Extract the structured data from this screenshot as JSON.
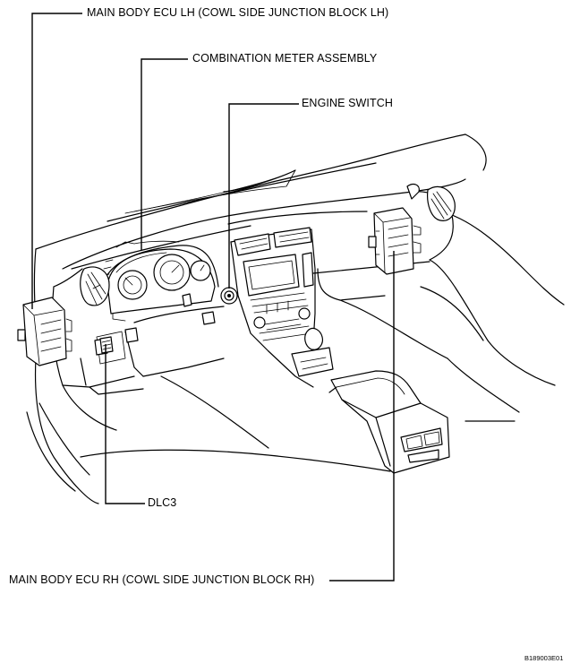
{
  "callouts": {
    "ecu_lh": "MAIN BODY ECU LH (COWL SIDE JUNCTION BLOCK LH)",
    "combination_meter": "COMBINATION METER ASSEMBLY",
    "engine_switch": "ENGINE SWITCH",
    "dlc3": "DLC3",
    "ecu_rh": "MAIN BODY ECU RH (COWL SIDE JUNCTION BLOCK RH)"
  },
  "figure_code": "B189003E01"
}
